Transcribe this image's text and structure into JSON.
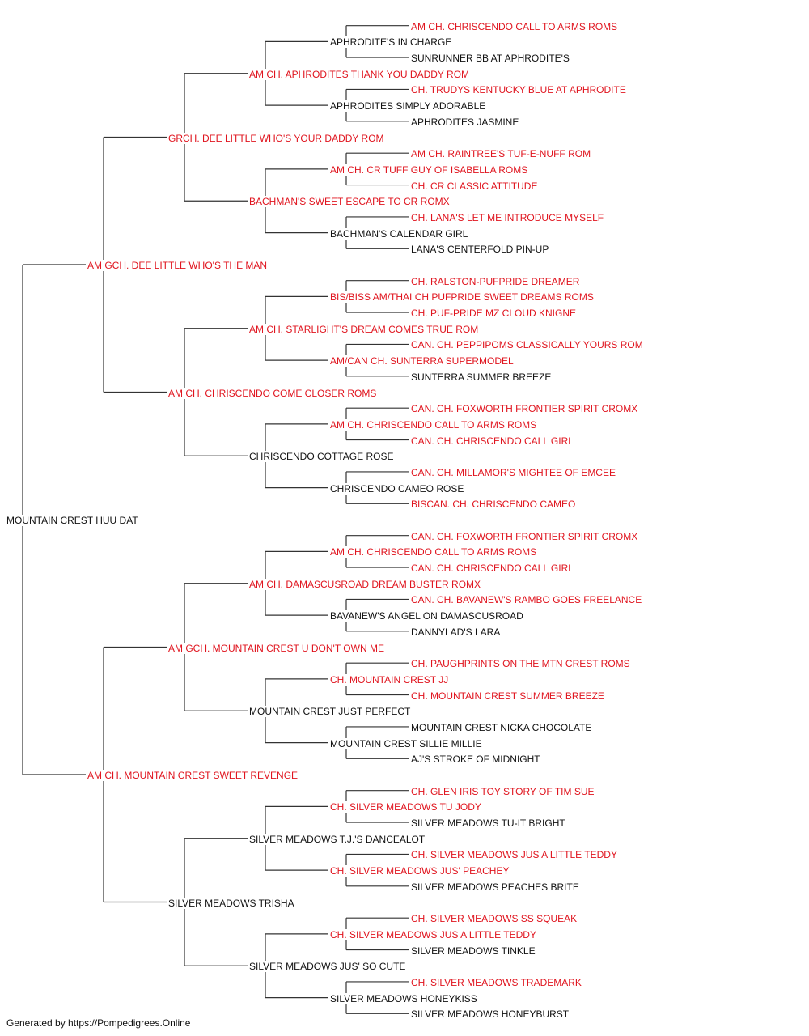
{
  "colors": {
    "champion": "#e0141e",
    "text": "#111111",
    "lines": "#333333"
  },
  "pedigree": {
    "name": "MOUNTAIN CREST HUU DAT",
    "champion": false,
    "sire": {
      "name": "AM GCH. DEE LITTLE WHO'S THE MAN",
      "champion": true,
      "sire": {
        "name": "GRCH. DEE LITTLE WHO'S YOUR DADDY ROM",
        "champion": true,
        "sire": {
          "name": "AM CH. APHRODITES THANK YOU DADDY ROM",
          "champion": true,
          "sire": {
            "name": "APHRODITE'S IN CHARGE",
            "champion": false,
            "sire": {
              "name": "AM CH. CHRISCENDO CALL TO ARMS ROMS",
              "champion": true
            },
            "dam": {
              "name": "SUNRUNNER BB AT APHRODITE'S",
              "champion": false
            }
          },
          "dam": {
            "name": "APHRODITES SIMPLY ADORABLE",
            "champion": false,
            "sire": {
              "name": "CH. TRUDYS KENTUCKY BLUE AT APHRODITE",
              "champion": true
            },
            "dam": {
              "name": "APHRODITES JASMINE",
              "champion": false
            }
          }
        },
        "dam": {
          "name": "BACHMAN'S SWEET ESCAPE TO CR ROMX",
          "champion": true,
          "sire": {
            "name": "AM CH. CR TUFF GUY OF ISABELLA ROMS",
            "champion": true,
            "sire": {
              "name": "AM CH. RAINTREE'S TUF-E-NUFF ROM",
              "champion": true
            },
            "dam": {
              "name": "CH. CR CLASSIC ATTITUDE",
              "champion": true
            }
          },
          "dam": {
            "name": "BACHMAN'S CALENDAR GIRL",
            "champion": false,
            "sire": {
              "name": "CH. LANA'S LET ME INTRODUCE MYSELF",
              "champion": true
            },
            "dam": {
              "name": "LANA'S CENTERFOLD PIN-UP",
              "champion": false
            }
          }
        }
      },
      "dam": {
        "name": "AM CH. CHRISCENDO COME CLOSER ROMS",
        "champion": true,
        "sire": {
          "name": "AM CH. STARLIGHT'S DREAM COMES TRUE ROM",
          "champion": true,
          "sire": {
            "name": "BIS/BISS AM/THAI CH PUFPRIDE SWEET DREAMS ROMS",
            "champion": true,
            "sire": {
              "name": "CH. RALSTON-PUFPRIDE DREAMER",
              "champion": true
            },
            "dam": {
              "name": "CH. PUF-PRIDE MZ CLOUD KNIGNE",
              "champion": true
            }
          },
          "dam": {
            "name": "AM/CAN CH. SUNTERRA SUPERMODEL",
            "champion": true,
            "sire": {
              "name": "CAN. CH. PEPPIPOMS CLASSICALLY YOURS ROM",
              "champion": true
            },
            "dam": {
              "name": "SUNTERRA SUMMER BREEZE",
              "champion": false
            }
          }
        },
        "dam": {
          "name": "CHRISCENDO COTTAGE ROSE",
          "champion": false,
          "sire": {
            "name": "AM CH. CHRISCENDO CALL TO ARMS ROMS",
            "champion": true,
            "sire": {
              "name": "CAN. CH. FOXWORTH FRONTIER SPIRIT CROMX",
              "champion": true
            },
            "dam": {
              "name": "CAN. CH. CHRISCENDO CALL GIRL",
              "champion": true
            }
          },
          "dam": {
            "name": "CHRISCENDO CAMEO ROSE",
            "champion": false,
            "sire": {
              "name": "CAN. CH. MILLAMOR'S MIGHTEE OF EMCEE",
              "champion": true
            },
            "dam": {
              "name": "BISCAN. CH. CHRISCENDO CAMEO",
              "champion": true
            }
          }
        }
      }
    },
    "dam": {
      "name": "AM CH. MOUNTAIN CREST SWEET REVENGE",
      "champion": true,
      "sire": {
        "name": "AM GCH. MOUNTAIN CREST U DON'T OWN ME",
        "champion": true,
        "sire": {
          "name": "AM CH. DAMASCUSROAD DREAM BUSTER ROMX",
          "champion": true,
          "sire": {
            "name": "AM CH. CHRISCENDO CALL TO ARMS ROMS",
            "champion": true,
            "sire": {
              "name": "CAN. CH. FOXWORTH FRONTIER SPIRIT CROMX",
              "champion": true
            },
            "dam": {
              "name": "CAN. CH. CHRISCENDO CALL GIRL",
              "champion": true
            }
          },
          "dam": {
            "name": "BAVANEW'S ANGEL ON DAMASCUSROAD",
            "champion": false,
            "sire": {
              "name": "CAN. CH. BAVANEW'S RAMBO GOES FREELANCE",
              "champion": true
            },
            "dam": {
              "name": "DANNYLAD'S LARA",
              "champion": false
            }
          }
        },
        "dam": {
          "name": "MOUNTAIN CREST JUST PERFECT",
          "champion": false,
          "sire": {
            "name": "CH. MOUNTAIN CREST JJ",
            "champion": true,
            "sire": {
              "name": "CH. PAUGHPRINTS ON THE MTN CREST ROMS",
              "champion": true
            },
            "dam": {
              "name": "CH. MOUNTAIN CREST SUMMER BREEZE",
              "champion": true
            }
          },
          "dam": {
            "name": "MOUNTAIN CREST SILLIE MILLIE",
            "champion": false,
            "sire": {
              "name": "MOUNTAIN CREST NICKA CHOCOLATE",
              "champion": false
            },
            "dam": {
              "name": "AJ'S STROKE OF MIDNIGHT",
              "champion": false
            }
          }
        }
      },
      "dam": {
        "name": "SILVER MEADOWS TRISHA",
        "champion": false,
        "sire": {
          "name": "SILVER MEADOWS T.J.'S DANCEALOT",
          "champion": false,
          "sire": {
            "name": "CH. SILVER MEADOWS TU JODY",
            "champion": true,
            "sire": {
              "name": "CH. GLEN IRIS TOY STORY OF TIM SUE",
              "champion": true
            },
            "dam": {
              "name": "SILVER MEADOWS TU-IT BRIGHT",
              "champion": false
            }
          },
          "dam": {
            "name": "CH. SILVER MEADOWS JUS' PEACHEY",
            "champion": true,
            "sire": {
              "name": "CH. SILVER MEADOWS JUS A LITTLE TEDDY",
              "champion": true
            },
            "dam": {
              "name": "SILVER MEADOWS PEACHES BRITE",
              "champion": false
            }
          }
        },
        "dam": {
          "name": "SILVER MEADOWS JUS' SO CUTE",
          "champion": false,
          "sire": {
            "name": "CH. SILVER MEADOWS JUS A LITTLE TEDDY",
            "champion": true,
            "sire": {
              "name": "CH. SILVER MEADOWS SS SQUEAK",
              "champion": true
            },
            "dam": {
              "name": "SILVER MEADOWS TINKLE",
              "champion": false
            }
          },
          "dam": {
            "name": "SILVER MEADOWS HONEYKISS",
            "champion": false,
            "sire": {
              "name": "CH. SILVER MEADOWS TRADEMARK",
              "champion": true
            },
            "dam": {
              "name": "SILVER MEADOWS HONEYBURST",
              "champion": false
            }
          }
        }
      }
    }
  },
  "footer": "Generated by https://Pompedigrees.Online"
}
